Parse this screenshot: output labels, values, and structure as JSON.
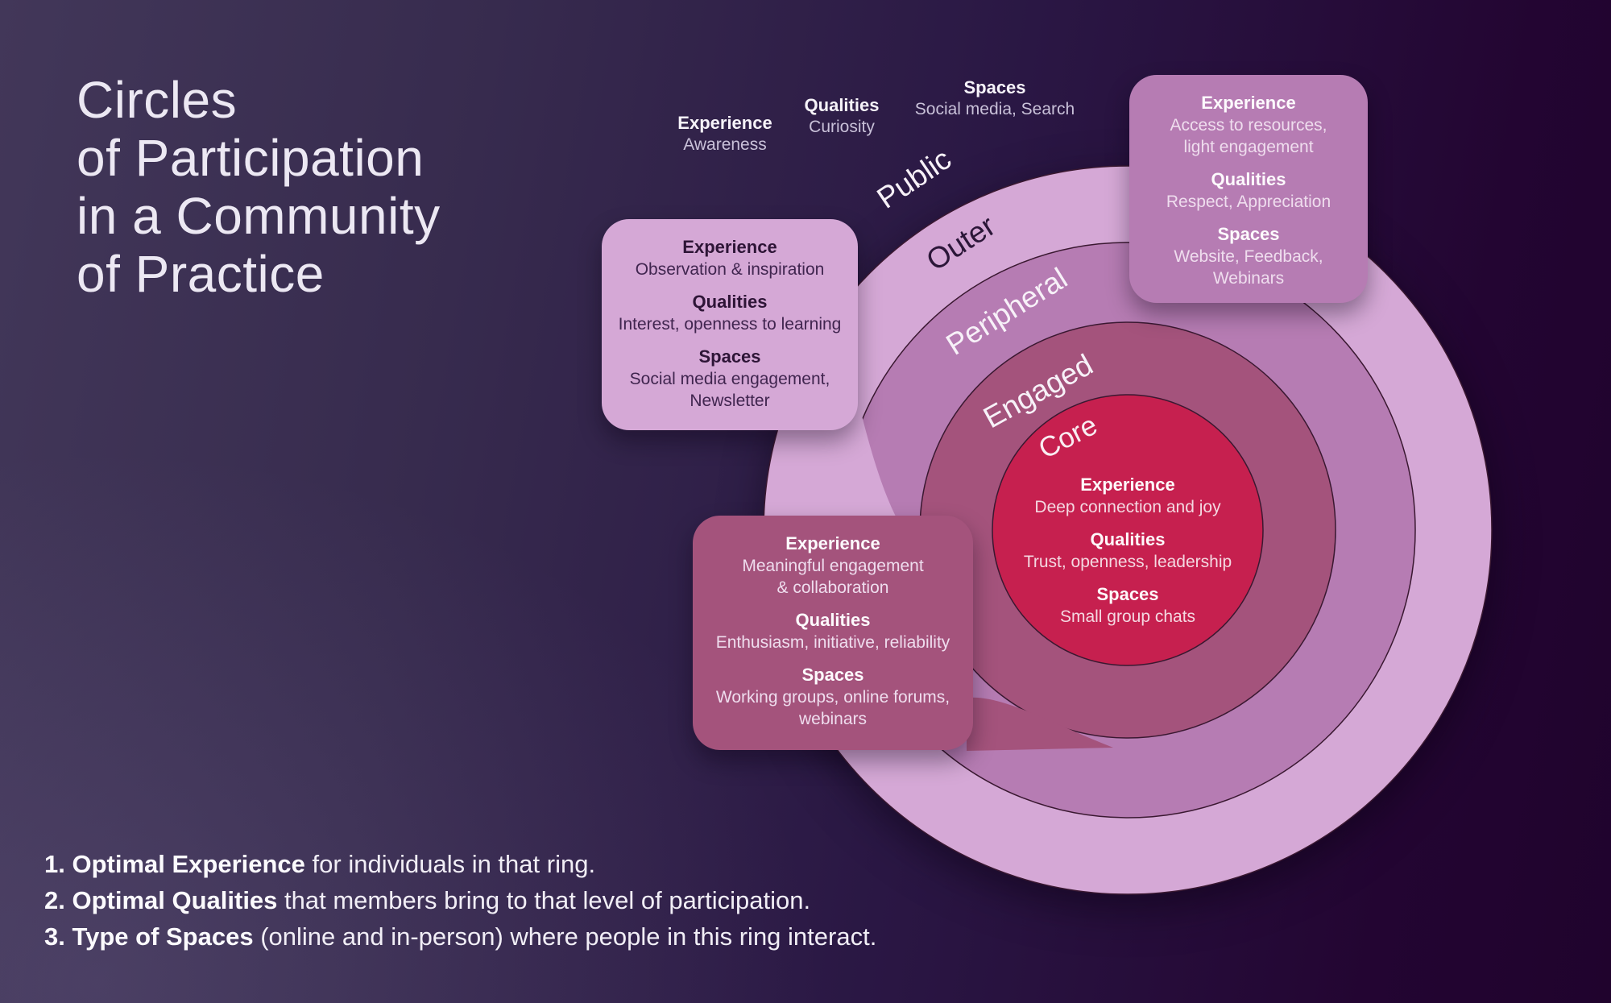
{
  "title": {
    "lines": [
      "Circles",
      "of Participation",
      "in a Community",
      "of Practice"
    ]
  },
  "colors": {
    "background_left": "#423759",
    "background_right": "#20032d",
    "outer_ring": "#d5a8d6",
    "peripheral_ring": "#b67cb3",
    "engaged_ring": "#a4537c",
    "core_circle": "#c6204f",
    "ring_outline": "#3a1831",
    "outer_label_text": "#2b1638",
    "light_label_text": "#f7f1f8"
  },
  "rings": [
    {
      "id": "public",
      "label": "Public"
    },
    {
      "id": "outer",
      "label": "Outer"
    },
    {
      "id": "peripheral",
      "label": "Peripheral"
    },
    {
      "id": "engaged",
      "label": "Engaged"
    },
    {
      "id": "core",
      "label": "Core"
    }
  ],
  "callouts": {
    "public": {
      "sections": [
        {
          "heading": "Experience",
          "body": "Awareness"
        },
        {
          "heading": "Qualities",
          "body": "Curiosity"
        },
        {
          "heading": "Spaces",
          "body": "Social media, Search"
        }
      ]
    },
    "outer": {
      "sections": [
        {
          "heading": "Experience",
          "body": "Observation & inspiration"
        },
        {
          "heading": "Qualities",
          "body": "Interest, openness to learning"
        },
        {
          "heading": "Spaces",
          "body": "Social media engagement,\nNewsletter"
        }
      ]
    },
    "peripheral": {
      "sections": [
        {
          "heading": "Experience",
          "body": "Access to resources,\nlight engagement"
        },
        {
          "heading": "Qualities",
          "body": "Respect, Appreciation"
        },
        {
          "heading": "Spaces",
          "body": "Website, Feedback,\nWebinars"
        }
      ]
    },
    "engaged": {
      "sections": [
        {
          "heading": "Experience",
          "body": "Meaningful engagement\n& collaboration"
        },
        {
          "heading": "Qualities",
          "body": "Enthusiasm, initiative, reliability"
        },
        {
          "heading": "Spaces",
          "body": "Working groups, online forums,\nwebinars"
        }
      ]
    },
    "core": {
      "sections": [
        {
          "heading": "Experience",
          "body": "Deep connection and joy"
        },
        {
          "heading": "Qualities",
          "body": "Trust, openness, leadership"
        },
        {
          "heading": "Spaces",
          "body": "Small group chats"
        }
      ]
    }
  },
  "legend": [
    {
      "bold": "1. Optimal Experience",
      "rest": " for individuals in that ring."
    },
    {
      "bold": "2. Optimal Qualities",
      "rest": " that members bring to that level of participation."
    },
    {
      "bold": "3. Type of Spaces",
      "rest": " (online and in-person) where people in this ring interact."
    }
  ]
}
